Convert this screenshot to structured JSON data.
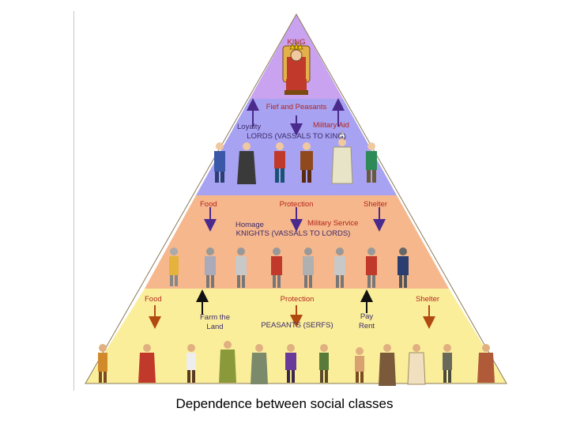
{
  "caption": "Dependence between social classes",
  "tiers": {
    "king": {
      "title": "KING",
      "color": "#c9a3ef"
    },
    "lords": {
      "top_label": "Fief and Peasants",
      "left_label": "Loyalty",
      "right_label": "Military Aid",
      "title": "LORDS (VASSALS TO KING)",
      "color": "#a8a2f2"
    },
    "knights": {
      "top_left": "Food",
      "top_center": "Protection",
      "top_right": "Shelter",
      "left_label": "Homage",
      "right_label": "Military Service",
      "title": "KNIGHTS (VASSALS TO LORDS)",
      "color": "#f6b78c"
    },
    "peasants": {
      "top_left": "Food",
      "top_center": "Protection",
      "top_right": "Shelter",
      "farm_line1": "Farm the",
      "farm_line2": "Land",
      "title": "PEASANTS (SERFS)",
      "pay_line1": "Pay",
      "pay_line2": "Rent",
      "color": "#fbee9a"
    }
  },
  "colors": {
    "label_red": "#b3261e",
    "label_dark": "#3a2a6a",
    "arrow_purple": "#4a2a8c",
    "arrow_orange": "#b04a10",
    "arrow_black": "#111111",
    "outline": "#8a7a5a"
  }
}
